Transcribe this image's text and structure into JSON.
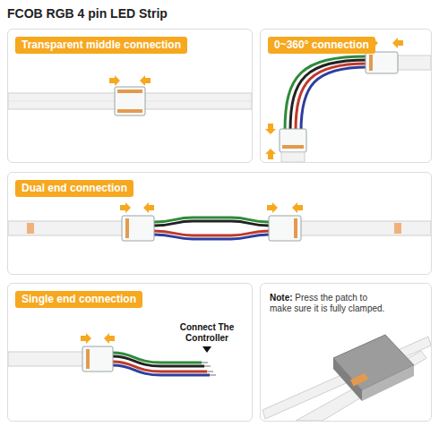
{
  "diagram": {
    "title": "FCOB RGB 4 pin LED Strip",
    "nodes": [
      {
        "text": [
          "Transparent middle connection"
        ]
      },
      {
        "text": [
          "0~360° connection"
        ]
      },
      {
        "text": [
          "Dual end connection"
        ]
      },
      {
        "text": [
          "Single end connection"
        ]
      },
      {
        "text": [
          "Note:",
          "Press the patch to make sure it is fully clamped."
        ]
      }
    ],
    "labels": [
      "Connect The Controller"
    ]
  }
}
